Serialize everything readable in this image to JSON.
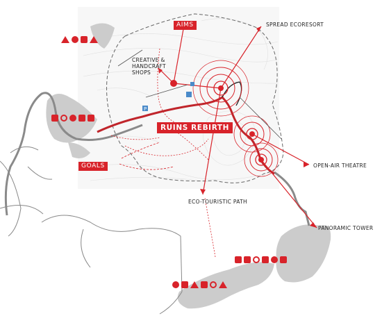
{
  "tags": {
    "aims": "AIMS",
    "ruins_rebirth": "RUINS REBIRTH",
    "goals": "GOALS"
  },
  "labels": {
    "spread_ecoresort": "SPREAD ECORESORT",
    "creative_shops_1": "CREATIVE &",
    "creative_shops_2": "HANDCRAFT",
    "creative_shops_3": "SHOPS",
    "open_air_theatre": "OPEN-AIR THEATRE",
    "eco_touristic_path": "ECO-TOURISTIC PATH",
    "panoramic_tower": "PANORAMIC TOWER"
  },
  "parking_symbol": "P",
  "icon_groups": {
    "top_left": [
      "water-drop-icon",
      "pin-icon",
      "basket-icon",
      "tent-icon"
    ],
    "left": [
      "swim-icon",
      "flower-icon",
      "leaf-icon",
      "fish-icon",
      "food-icon"
    ],
    "bottom_right": [
      "lounger-icon",
      "hiker-icon",
      "bike-icon",
      "walker-icon",
      "theatre-icon",
      "restaurant-icon"
    ],
    "bottom": [
      "camera-icon",
      "ruins-icon",
      "bridge-icon",
      "climber-icon",
      "cycle-icon",
      "house-icon"
    ]
  },
  "colors": {
    "accent": "#d8232a",
    "land": "#cccccc",
    "path_grey": "#777777"
  }
}
